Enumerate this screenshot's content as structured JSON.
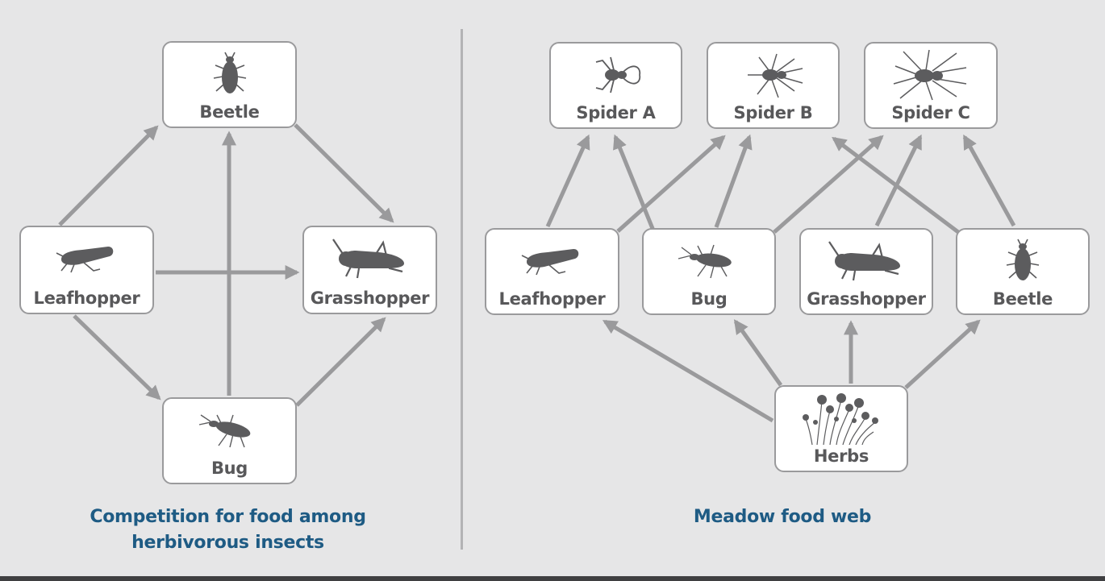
{
  "left_panel": {
    "caption_line1": "Competition for food among",
    "caption_line2": "herbivorous insects",
    "nodes": {
      "beetle": "Beetle",
      "leafhopper": "Leafhopper",
      "grasshopper": "Grasshopper",
      "bug": "Bug"
    },
    "edges": [
      [
        "leafhopper",
        "beetle"
      ],
      [
        "leafhopper",
        "grasshopper"
      ],
      [
        "leafhopper",
        "bug"
      ],
      [
        "bug",
        "beetle"
      ],
      [
        "bug",
        "grasshopper"
      ],
      [
        "beetle",
        "grasshopper"
      ]
    ]
  },
  "right_panel": {
    "caption": "Meadow food web",
    "nodes": {
      "spider_a": "Spider A",
      "spider_b": "Spider B",
      "spider_c": "Spider C",
      "leafhopper": "Leafhopper",
      "bug": "Bug",
      "grasshopper": "Grasshopper",
      "beetle": "Beetle",
      "herbs": "Herbs"
    },
    "edges": [
      [
        "leafhopper",
        "spider_a"
      ],
      [
        "leafhopper",
        "spider_b"
      ],
      [
        "bug",
        "spider_a"
      ],
      [
        "bug",
        "spider_b"
      ],
      [
        "bug",
        "spider_c"
      ],
      [
        "grasshopper",
        "spider_c"
      ],
      [
        "beetle",
        "spider_b"
      ],
      [
        "beetle",
        "spider_c"
      ],
      [
        "herbs",
        "leafhopper"
      ],
      [
        "herbs",
        "bug"
      ],
      [
        "herbs",
        "grasshopper"
      ],
      [
        "herbs",
        "beetle"
      ]
    ]
  },
  "colors": {
    "background": "#e6e6e7",
    "arrow": "#9a9a9c",
    "node_border": "#9a9a9c",
    "label": "#58585a",
    "icon": "#5c5c5e",
    "caption": "#1e5b84"
  },
  "icons": {
    "beetle": "beetle-icon",
    "leafhopper": "leafhopper-icon",
    "grasshopper": "grasshopper-icon",
    "bug": "bug-icon",
    "spider": "spider-icon",
    "herbs": "herbs-icon"
  }
}
